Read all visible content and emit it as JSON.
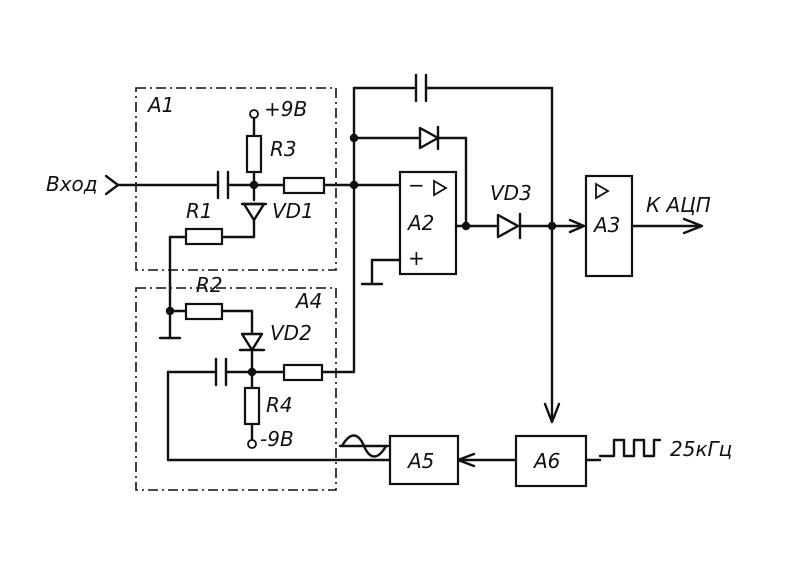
{
  "labels": {
    "input": "Вход",
    "a1": "A1",
    "a2": "A2",
    "a3": "A3",
    "a4": "A4",
    "a5": "A5",
    "a6": "A6",
    "r1": "R1",
    "r2": "R2",
    "r3": "R3",
    "r4": "R4",
    "vd1": "VD1",
    "vd2": "VD2",
    "vd3": "VD3",
    "plus_supply": "+9В",
    "minus_supply": "-9В",
    "output": "К АЦП",
    "frequency": "25кГц",
    "opamp_minus": "−",
    "opamp_plus": "+"
  }
}
